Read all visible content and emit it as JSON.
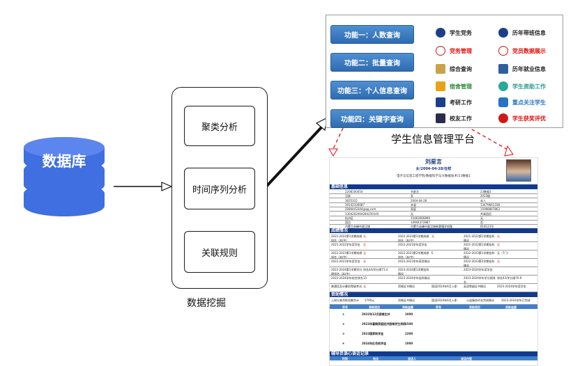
{
  "database": {
    "label": "数据库",
    "color": "#3f6fe0"
  },
  "mining": {
    "caption": "数据挖掘",
    "items": [
      "聚类分析",
      "时间序列分析",
      "关联规则"
    ]
  },
  "platform": {
    "caption": "学生信息管理平台",
    "functions": [
      "功能一：人数查询",
      "功能二：批量查询",
      "功能三：个人信息查询",
      "功能四：关键字查询"
    ],
    "modules": [
      {
        "label": "学生党务",
        "icon": "party-icon"
      },
      {
        "label": "历年带班信息",
        "icon": "class-icon"
      },
      {
        "label": "党务管理",
        "icon": "party-star-icon"
      },
      {
        "label": "党员数据展示",
        "icon": "member-star-icon"
      },
      {
        "label": "综合查询",
        "icon": "query-icon"
      },
      {
        "label": "历年就业信息",
        "icon": "employment-icon"
      },
      {
        "label": "宿舍管理",
        "icon": "dorm-icon"
      },
      {
        "label": "学生资助工作",
        "icon": "aid-icon"
      },
      {
        "label": "考研工作",
        "icon": "grad-cap-icon"
      },
      {
        "label": "重点关注学生",
        "icon": "focus-icon"
      },
      {
        "label": "校友工作",
        "icon": "alumni-icon"
      },
      {
        "label": "学生获奖评优",
        "icon": "award-icon"
      }
    ]
  },
  "document": {
    "name": "刘星言",
    "subtitle": "女/2004-04-28/在校",
    "dept": "电子与信息工程学院/数据科学与大数据技术/23数据1",
    "sections": [
      "基础信息",
      "成绩情况",
      "资助情况",
      "辅导员谈心谈话记录"
    ],
    "basic_rows": [
      [
        "2208100054",
        "刘星言",
        "23数据1"
      ],
      [
        "汉族",
        "女",
        "2023级"
      ],
      [
        "3655315",
        "2004-04-28",
        "本人"
      ],
      [
        "19142330087",
        "本省",
        "13479661338"
      ],
      [
        "2084443344@qq.com",
        "家庭",
        "15998867863"
      ],
      [
        "1304202004284250105",
        "无",
        "共青团员"
      ],
      [
        "杭州区",
        "15463066890",
        "无"
      ],
      [
        "团员",
        "14944372887",
        "否"
      ],
      [
        "内蒙古赤峰市敖汉旗",
        "内蒙古赤峰市敖汉旗新惠镇学府路",
        "818123号"
      ]
    ],
    "grade_rows": [
      [
        "2021-2022第1学期成绩排名（本/中）",
        "无",
        "2022-2023第1学期成绩排名（本/中）",
        "无",
        "2021-2022第1学期挂科情况",
        "无"
      ],
      [
        "2021-2022学年奖学金",
        "无",
        "2022-2023学年奖学金",
        "",
        "2021-2022第1学期挂科情况",
        "无"
      ],
      [
        "2022-2023第1学期成绩排名（本/中）",
        "无",
        "2022-2023第2学期成绩排名（本/中）",
        "E",
        "2022-2023第1学期挂科情况",
        "无（7门）"
      ],
      [
        "2022-2023学年奖学金",
        "无",
        "2022-2023学年获奖情况",
        "",
        "2022-2023第2学期挂科情况",
        "无"
      ],
      [
        "2023-2024第1学期学分绩排名（本/中）",
        "排名44/学分绩73.4",
        "2023-2024第1学期挂科情况",
        "",
        "2023-2024学年奖学金",
        ""
      ],
      [
        "2022-2024学年综合排名",
        "15",
        "2023-2024学年挂科情况",
        "",
        "2023-2024学年学分绩排名",
        "排名43/学分绩76.9"
      ],
      [
        "普通话及计算机等级考试",
        "无",
        "资格证书情况",
        "国语2024年6月入职",
        "英语等级证书情况",
        "2023-2024学年奖学金"
      ]
    ],
    "aid_info": [
      "入校以来资助金额合计",
      "5700元",
      "资格证书情况",
      "国语2024年6月入职",
      "公益服务时长完成情况",
      "2023-2024学年已完成"
    ],
    "aid_headers": [
      "序号",
      "资助项目",
      "资助金额",
      "序号",
      "资助项目",
      "资助金额"
    ],
    "aid_rows": [
      [
        "①",
        "2022年12月困难生补",
        "1000"
      ],
      [
        "②",
        "2023年暑期家庭经济困难学生资助",
        "1500"
      ],
      [
        "③",
        "2023国家助学金",
        "2200"
      ],
      [
        "④",
        "2024年红色助学金",
        "1000"
      ]
    ],
    "talk_headers": [
      "时间",
      "地点",
      "谈话人",
      "谈话内容"
    ]
  }
}
